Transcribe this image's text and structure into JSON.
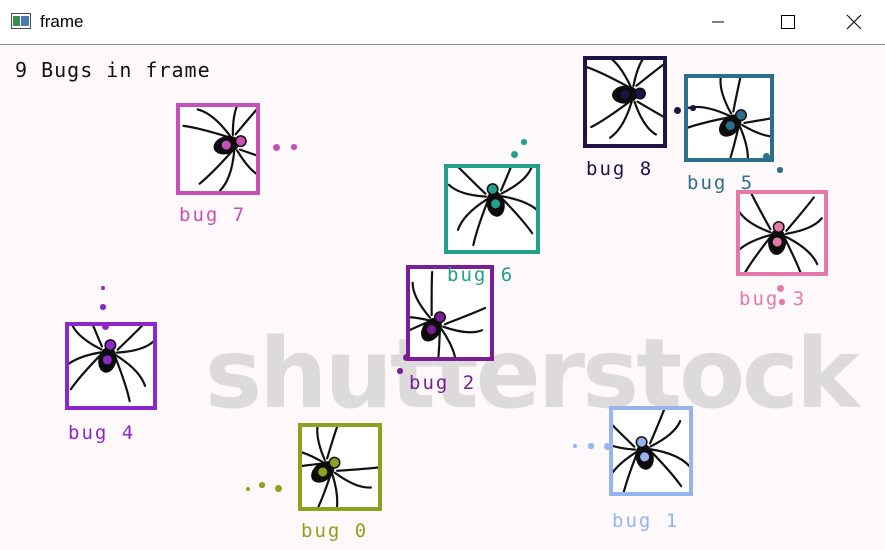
{
  "window": {
    "title": "frame",
    "icon": "opencv-window-icon",
    "controls": [
      "minimize-icon",
      "maximize-icon",
      "close-icon"
    ]
  },
  "overlay": {
    "counter_text": "9 Bugs in frame"
  },
  "watermark": {
    "text": "shutterstock"
  },
  "bugs": [
    {
      "label": "bug 0",
      "color": "#8ca21e"
    },
    {
      "label": "bug 1",
      "color": "#96b4f0"
    },
    {
      "label": "bug 2",
      "color": "#7a1e96"
    },
    {
      "label": "bug 3",
      "color": "#e678aa"
    },
    {
      "label": "bug 4",
      "color": "#8c28c8"
    },
    {
      "label": "bug 5",
      "color": "#2d6e8c"
    },
    {
      "label": "bug 6",
      "color": "#23a08c"
    },
    {
      "label": "bug 7",
      "color": "#c850b4"
    },
    {
      "label": "bug 8",
      "color": "#1e1446"
    }
  ]
}
